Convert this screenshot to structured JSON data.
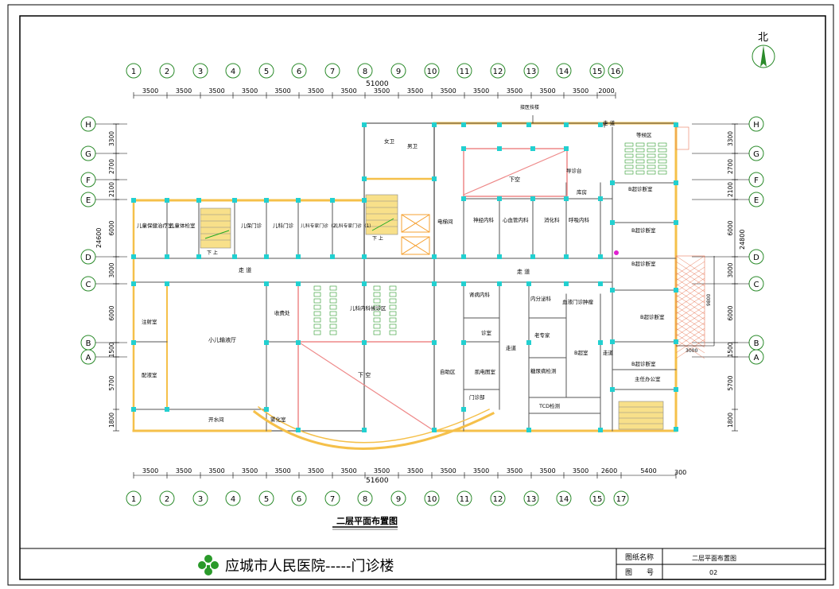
{
  "north_label": "北",
  "axes": {
    "top": [
      "1",
      "2",
      "3",
      "4",
      "5",
      "6",
      "7",
      "8",
      "9",
      "10",
      "11",
      "12",
      "13",
      "14",
      "15",
      "16"
    ],
    "bottom": [
      "1",
      "2",
      "3",
      "4",
      "5",
      "6",
      "7",
      "8",
      "9",
      "10",
      "11",
      "12",
      "13",
      "14",
      "15",
      "17"
    ],
    "left": [
      "H",
      "G",
      "F",
      "E",
      "D",
      "C",
      "B",
      "A"
    ],
    "right": [
      "H",
      "G",
      "F",
      "E",
      "D",
      "C",
      "B",
      "A"
    ]
  },
  "dims": {
    "top_total": "51000",
    "top": [
      "3500",
      "3500",
      "3500",
      "3500",
      "3500",
      "3500",
      "3500",
      "3500",
      "3500",
      "3500",
      "3500",
      "3500",
      "3500",
      "3500",
      "2000"
    ],
    "bottom_total": "51600",
    "bottom": [
      "3500",
      "3500",
      "3500",
      "3500",
      "3500",
      "3500",
      "3500",
      "3500",
      "3500",
      "3500",
      "3500",
      "3500",
      "3500",
      "3500",
      "2600",
      "5400"
    ],
    "bottom_extra": "300",
    "left_total": "24600",
    "left": [
      "3300",
      "2700",
      "2100",
      "6000",
      "3000",
      "6000",
      "1500",
      "5700",
      "1800"
    ],
    "right_total": "24800",
    "right": [
      "3300",
      "2700",
      "2100",
      "6000",
      "3000",
      "6000",
      "1500",
      "5700",
      "1800"
    ],
    "ramp_w": "3000",
    "ramp_h": "9800"
  },
  "rooms": {
    "child_health": "儿童保健治疗室",
    "child_exam": "儿童体检室",
    "child_care": "儿保门诊",
    "pediatrics": "儿科门诊",
    "ped_expert2": "儿科专家门诊（2）",
    "ped_expert1": "儿科专家门诊（1）",
    "women_wc": "女卫",
    "men_wc": "男卫",
    "elevator": "电梯间",
    "void_top": "下空",
    "guide_desk": "导诊台",
    "storeroom": "库房",
    "neuro": "神经内科",
    "cardio": "心血管内科",
    "gastro": "消化科",
    "respiratory": "呼吸内科",
    "waiting": "等候区",
    "bus_a": "B超诊断室",
    "bus_b": "B超诊断室",
    "bus_c": "B超诊断室",
    "bus_d": "B超诊断室",
    "bus_e": "B超诊断室",
    "corridor_main": "走   道",
    "corridor_mid": "走   道",
    "corridor_top": "走   道",
    "corridor_right": "走道",
    "corridor_center": "走道",
    "down_left": "下   上",
    "down_mid": "下   上",
    "injection": "注射室",
    "infusion": "小儿输液厅",
    "dispensing": "配液室",
    "water": "开水间",
    "nebulize": "雾化室",
    "cashier": "收费处",
    "waiting_med": "儿科内科候诊区",
    "void_bottom": "下   空",
    "self_service": "自助区",
    "kidney": "肾病内科",
    "consult": "诊室",
    "ecg": "肌电图室",
    "clinic_office": "门诊部",
    "endocrine": "内分泌科",
    "hematology": "血液门诊肿瘤",
    "geriatric": "老专家",
    "diabetes": "糖尿病检测",
    "b_ultra": "B超室",
    "tcd": "TCD检测",
    "director": "主任办公室",
    "ramp_top": "接医技楼"
  },
  "drawing_title": "二层平面布置图",
  "titleblock": {
    "hospital": "应城市人民医院-----门诊楼",
    "name_label": "图纸名称",
    "name_value": "二层平面布置图",
    "no_label": "图　　号",
    "no_value": "02"
  }
}
